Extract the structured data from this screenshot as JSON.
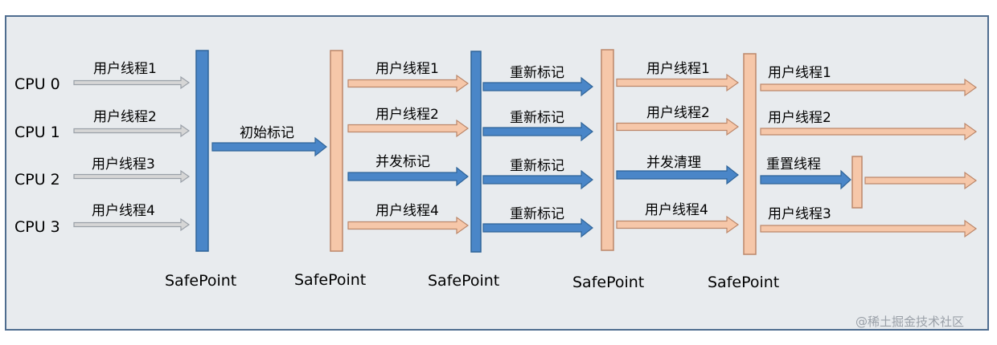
{
  "cpus": [
    "CPU 0",
    "CPU 1",
    "CPU 2",
    "CPU 3"
  ],
  "safepoint_label": "SafePoint",
  "initial_mark": "初始标记",
  "stage2": [
    "用户线程1",
    "用户线程2",
    "用户线程3",
    "用户线程4"
  ],
  "stage3": [
    "用户线程1",
    "用户线程2",
    "并发标记",
    "用户线程4"
  ],
  "stage4": [
    "重新标记",
    "重新标记",
    "重新标记",
    "重新标记"
  ],
  "stage5": [
    "用户线程1",
    "用户线程2",
    "并发清理",
    "用户线程4"
  ],
  "stage6": [
    "用户线程1",
    "用户线程2",
    "重置线程",
    "用户线程3"
  ],
  "watermark": "@稀土掘金技术社区",
  "colors": {
    "background": "#E8EBEE",
    "border": "#4F6D8F",
    "blue": "#4A86C8",
    "blue_edge": "#2F6499",
    "orange": "#F6C7A9",
    "orange_edge": "#BC876A",
    "gray": "#D6D6D6",
    "gray_edge": "#9AA0A8"
  }
}
